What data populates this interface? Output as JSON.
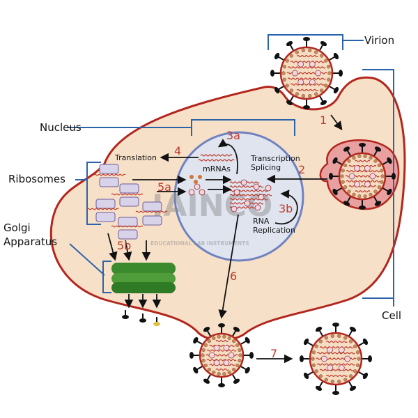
{
  "labels": {
    "virion": "Virion",
    "nucleus": "Nucleus",
    "ribosomes": "Ribosomes",
    "golgi_line1": "Golgi",
    "golgi_line2": "Apparatus",
    "cell": "Cell",
    "translation": "Translation",
    "mrnas": "mRNAs",
    "transcription": "Transcription",
    "splicing": "Splicing",
    "rna": "RNA",
    "replication": "Replication"
  },
  "steps": {
    "s1": "1",
    "s2": "2",
    "s3a": "3a",
    "s3b": "3b",
    "s4": "4",
    "s5a": "5a",
    "s5b": "5b",
    "s6": "6",
    "s7": "7"
  },
  "watermark": {
    "brand": "JAINCO",
    "tagline": "EDUCATIONAL LAB INSTRUMENTS"
  },
  "colors": {
    "cell_fill": "#f7e0c8",
    "cell_stroke": "#b3261e",
    "nucleus_fill": "#dfe4ef",
    "nucleus_stroke": "#6f82c0",
    "step_number": "#c0392b",
    "bracket": "#2b63a8",
    "golgi": "#3c8a2e",
    "ribosome": "#d9d3ea"
  }
}
